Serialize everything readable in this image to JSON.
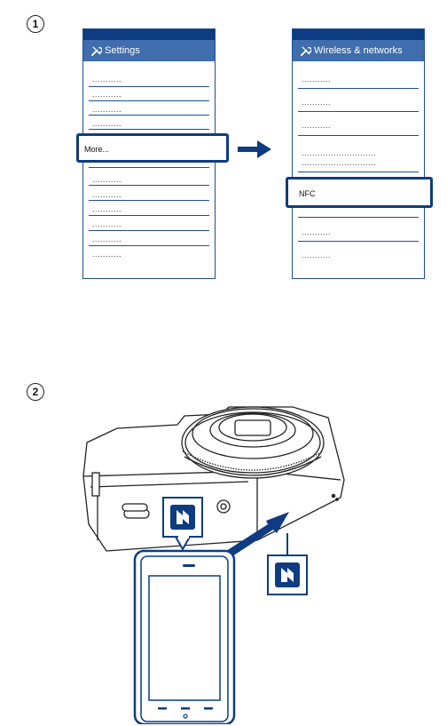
{
  "steps": {
    "step1": "1",
    "step2": "2"
  },
  "panel_left": {
    "header_title": "Settings",
    "highlight_label": "More...",
    "placeholder": "..........."
  },
  "panel_right": {
    "header_title": "Wireless & networks",
    "highlight_label": "NFC",
    "placeholder": "...........",
    "placeholder_long": "............................"
  },
  "icons": {
    "wrench": "wrench-icon",
    "arrow": "arrow-right-icon",
    "nfc": "nfc-n-mark-icon"
  },
  "colors": {
    "accent": "#0d3c82",
    "header": "#3f6dad"
  }
}
